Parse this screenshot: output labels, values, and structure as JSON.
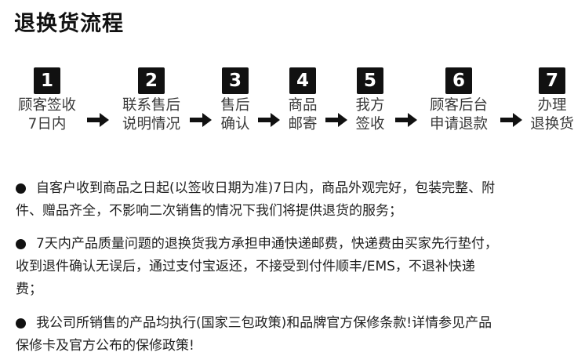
{
  "title": "退换货流程",
  "steps": [
    {
      "number": "1",
      "line1": "顾客签收",
      "line2": "7日内"
    },
    {
      "number": "2",
      "line1": "联系售后",
      "line2": "说明情况"
    },
    {
      "number": "3",
      "line1": "售后",
      "line2": "确认"
    },
    {
      "number": "4",
      "line1": "商品",
      "line2": "邮寄"
    },
    {
      "number": "5",
      "line1": "我方",
      "line2": "签收"
    },
    {
      "number": "6",
      "line1": "顾客后台",
      "line2": "申请退款"
    },
    {
      "number": "7",
      "line1": "办理",
      "line2": "退换货"
    }
  ],
  "bullets": [
    {
      "lines": [
        "自客户收到商品之日起(以签收日期为准)7日内，商品外观完好，包装完整、附",
        "件、赠品齐全，不影响二次销售的情况下我们将提供退货的服务；"
      ]
    },
    {
      "lines": [
        "7天内产品质量问题的退换货我方承担申通快递邮费，快递费由买家先行垫付，",
        "收到退件确认无误后，通过支付宝返还，不接受到付件顺丰/EMS，不退补快递",
        "费；"
      ]
    },
    {
      "lines": [
        "我公司所销售的产品均执行(国家三包政策)和品牌官方保修条款!详情参见产品",
        "保修卡及官方公布的保修政策!"
      ]
    }
  ],
  "icons": {
    "arrow": "arrow-right-icon",
    "bullet": "bullet-dot-icon"
  },
  "colors": {
    "badge_bg": "#111111",
    "badge_text": "#ffffff",
    "step_text": "#3a3a3a",
    "body_text": "#1f1f1f"
  }
}
